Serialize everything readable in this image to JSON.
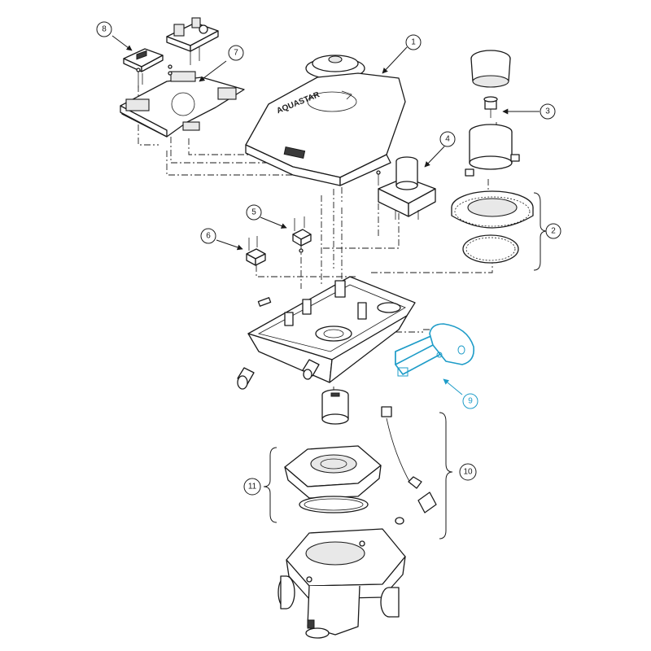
{
  "diagram": {
    "brand_text": "AQUASTAR",
    "highlight_color": "#1e9cc8",
    "callouts": [
      {
        "label": "1"
      },
      {
        "label": "2"
      },
      {
        "label": "3"
      },
      {
        "label": "4"
      },
      {
        "label": "5"
      },
      {
        "label": "6"
      },
      {
        "label": "7"
      },
      {
        "label": "8"
      },
      {
        "label": "9",
        "highlighted": true
      },
      {
        "label": "10"
      },
      {
        "label": "11"
      }
    ]
  }
}
